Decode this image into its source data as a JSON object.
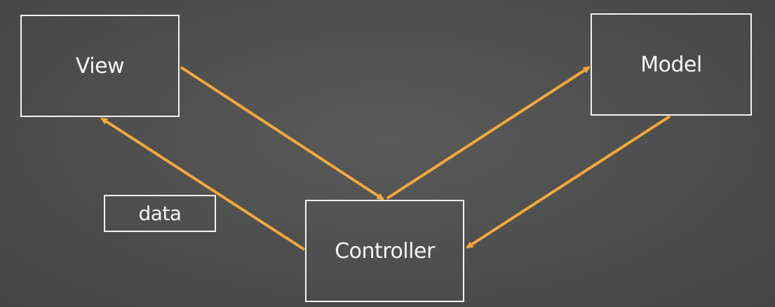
{
  "nodes": {
    "view": "View",
    "model": "Model",
    "controller": "Controller",
    "data": "data"
  },
  "colors": {
    "background": "#4e4e4e",
    "box_border": "#f2f2f2",
    "text": "#f4f4f4",
    "arrow": "#f5a93a"
  }
}
